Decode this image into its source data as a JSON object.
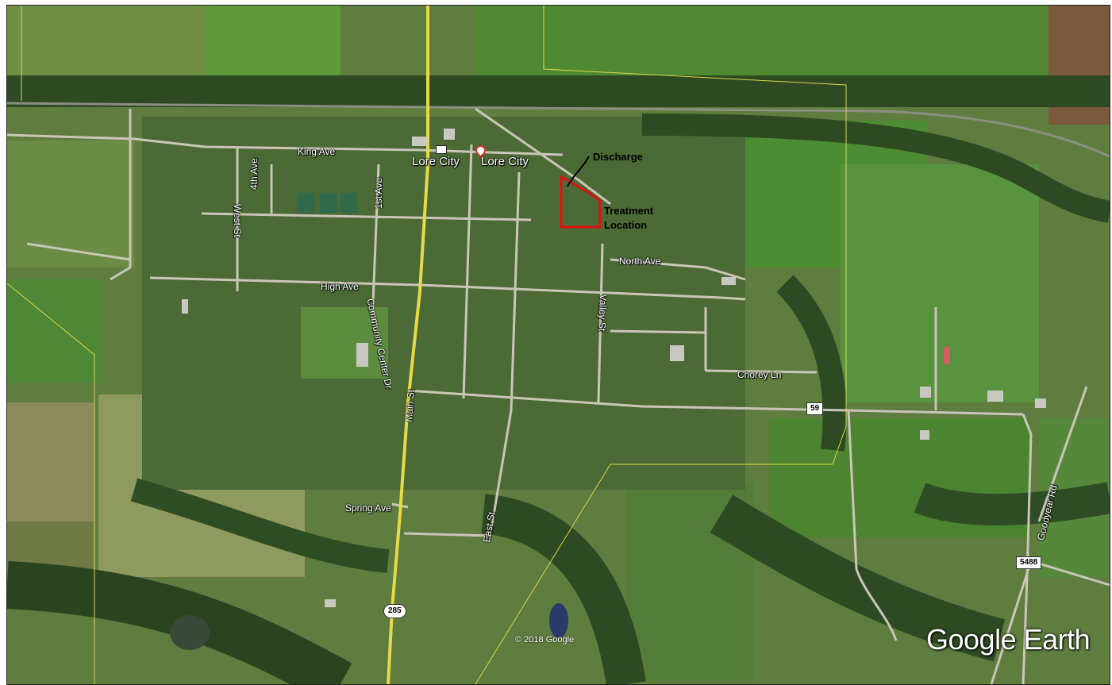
{
  "labels": {
    "place_1": "Lore City",
    "place_2": "Lore City",
    "king_ave": "King Ave",
    "fourth_ave": "4th Ave",
    "first_ave": "1st Ave",
    "west_st": "West St",
    "high_ave": "High Ave",
    "community_center_dr": "Community Center Dr",
    "main_st": "Main St",
    "spring_ave": "Spring Ave",
    "east_st": "East St",
    "valley_st": "Valley St",
    "north_ave": "North Ave",
    "chorey_ln": "Chorey Ln",
    "goodyear_rd": "Goodyear Rd"
  },
  "shields": {
    "r59": "59",
    "r285": "285",
    "r5488": "5488"
  },
  "annotations": {
    "discharge": "Discharge",
    "treatment_line1": "Treatment",
    "treatment_line2": "Location"
  },
  "attribution": {
    "copyright": "© 2018 Google",
    "brand": "Google Earth"
  },
  "colors": {
    "treatment_outline": "#e01010",
    "boundary": "#d8d84a",
    "main_road": "#e6d94a",
    "pin": "#e03030"
  },
  "icons": {
    "place_pin": "map-pin-icon",
    "post_office": "envelope-icon"
  }
}
